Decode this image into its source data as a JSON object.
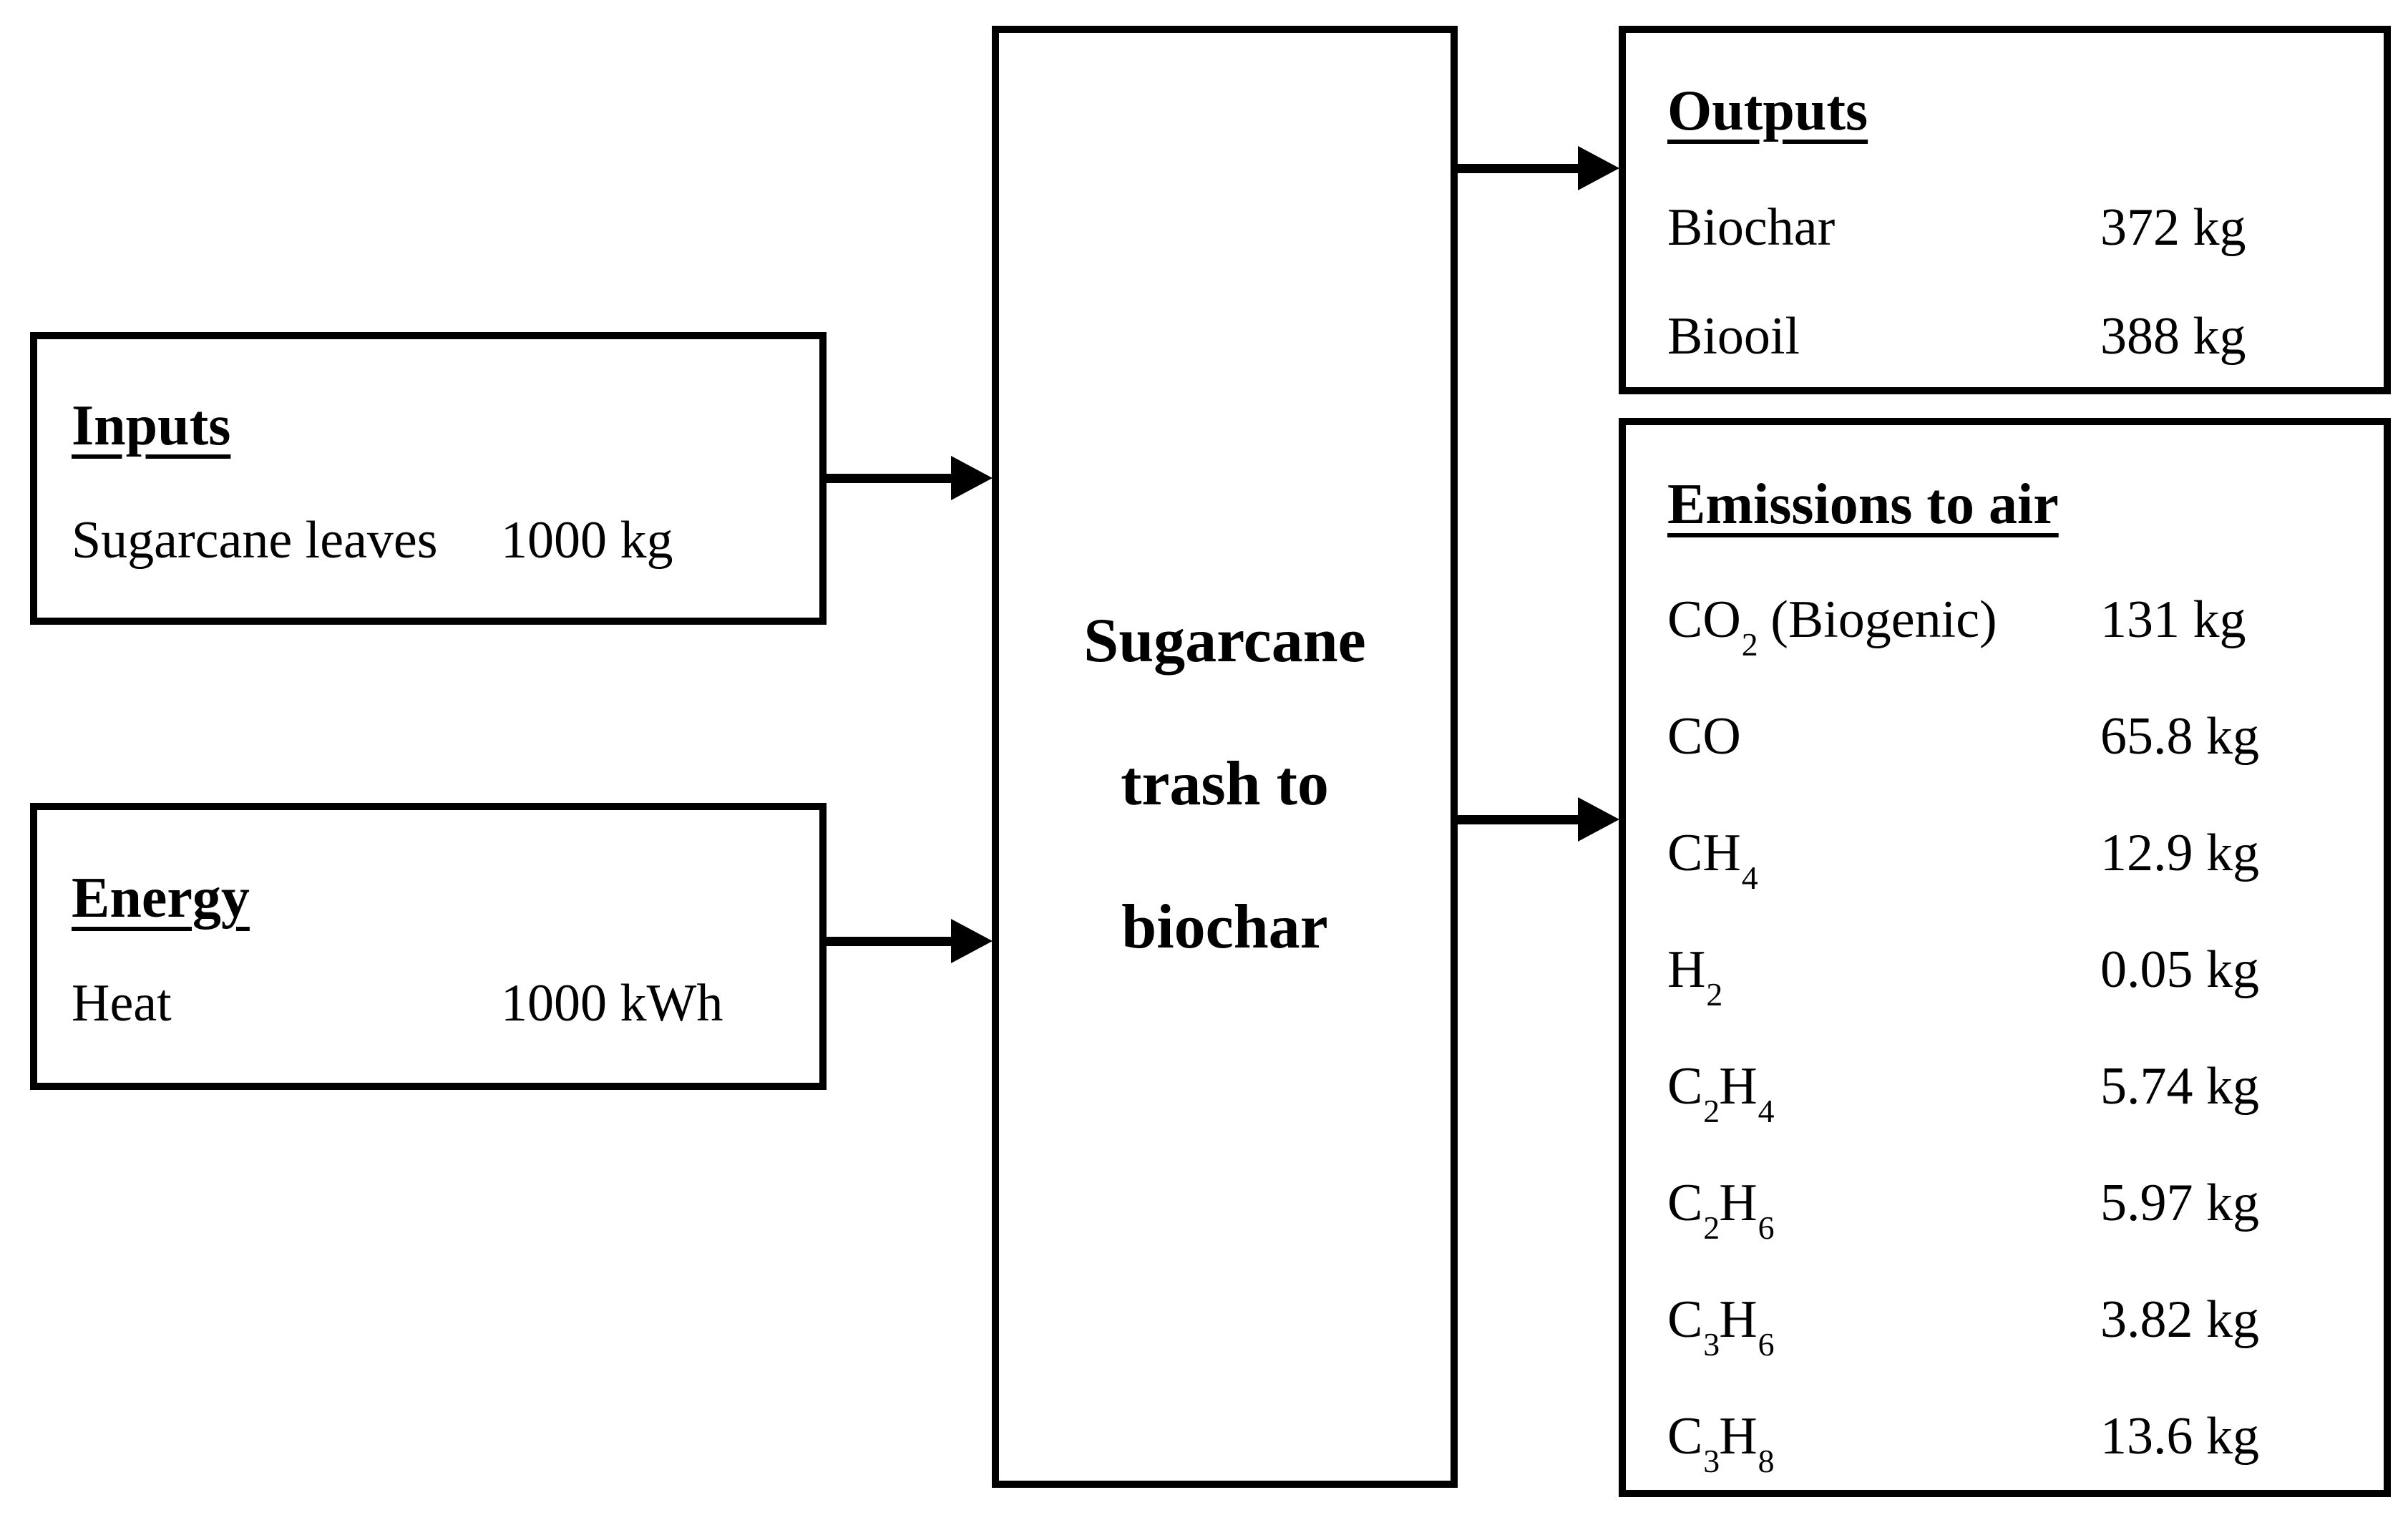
{
  "canvas": {
    "background": "#ffffff",
    "line_color": "#000000"
  },
  "inputs_box": {
    "title": "Inputs",
    "rows": [
      {
        "label": "Sugarcane leaves",
        "value": "1000 kg"
      }
    ]
  },
  "energy_box": {
    "title": "Energy",
    "rows": [
      {
        "label": "Heat",
        "value": "1000 kWh"
      }
    ]
  },
  "process_box": {
    "lines": [
      "Sugarcane",
      "trash to",
      "biochar"
    ]
  },
  "outputs_box": {
    "title": "Outputs",
    "rows": [
      {
        "label": "Biochar",
        "value": "372 kg"
      },
      {
        "label": "Biooil",
        "value": "388 kg"
      }
    ]
  },
  "emissions_box": {
    "title": "Emissions to air",
    "rows": [
      {
        "label": "CO_2 (Biogenic)",
        "value": "131 kg"
      },
      {
        "label": "CO",
        "value": "65.8 kg"
      },
      {
        "label": "CH_4",
        "value": "12.9 kg"
      },
      {
        "label": "H_2",
        "value": "0.05 kg"
      },
      {
        "label": "C_2H_4",
        "value": "5.74 kg"
      },
      {
        "label": "C_2H_6",
        "value": "5.97 kg"
      },
      {
        "label": "C_3H_6",
        "value": "3.82 kg"
      },
      {
        "label": "C_3H_8",
        "value": "13.6 kg"
      }
    ]
  }
}
